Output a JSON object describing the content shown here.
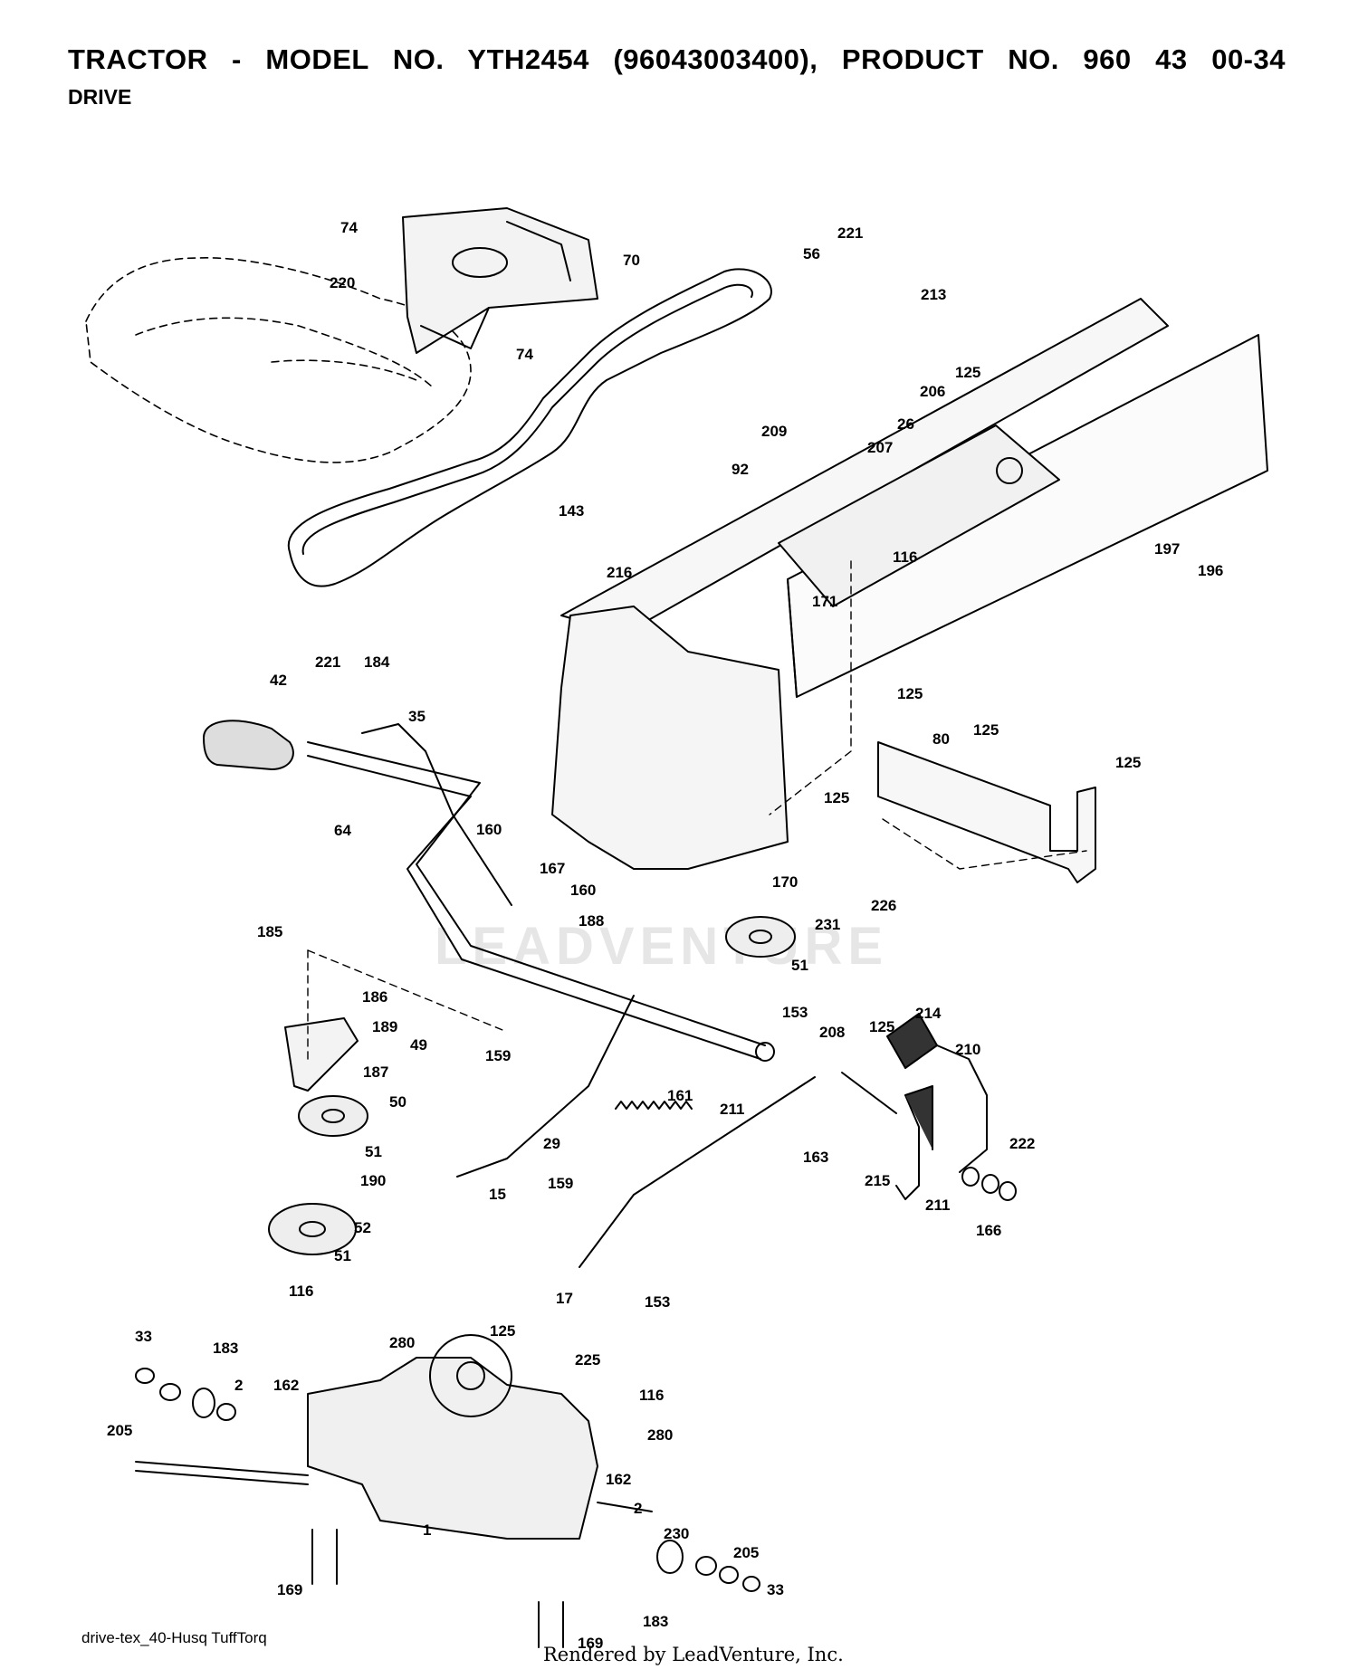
{
  "header": {
    "title": "TRACTOR - MODEL NO. YTH2454 (96043003400), PRODUCT NO. 960 43 00-34",
    "subtitle": "DRIVE"
  },
  "watermark": "LEADVENTURE",
  "footer": {
    "drawing_id": "drive-tex_40-Husq TuffTorq",
    "rendered_by": "Rendered by LeadVenture, Inc."
  },
  "callouts": [
    "74",
    "220",
    "70",
    "74",
    "56",
    "221",
    "213",
    "125",
    "206",
    "209",
    "26",
    "207",
    "92",
    "143",
    "216",
    "116",
    "171",
    "197",
    "196",
    "221",
    "184",
    "42",
    "35",
    "125",
    "80",
    "125",
    "125",
    "125",
    "64",
    "160",
    "167",
    "160",
    "188",
    "170",
    "231",
    "226",
    "185",
    "186",
    "51",
    "189",
    "49",
    "159",
    "153",
    "125",
    "214",
    "208",
    "210",
    "187",
    "50",
    "161",
    "211",
    "51",
    "190",
    "29",
    "163",
    "159",
    "215",
    "211",
    "222",
    "15",
    "52",
    "166",
    "51",
    "17",
    "153",
    "116",
    "280",
    "125",
    "33",
    "183",
    "225",
    "162",
    "2",
    "116",
    "205",
    "280",
    "162",
    "2",
    "230",
    "205",
    "1",
    "169",
    "33",
    "183",
    "169"
  ]
}
